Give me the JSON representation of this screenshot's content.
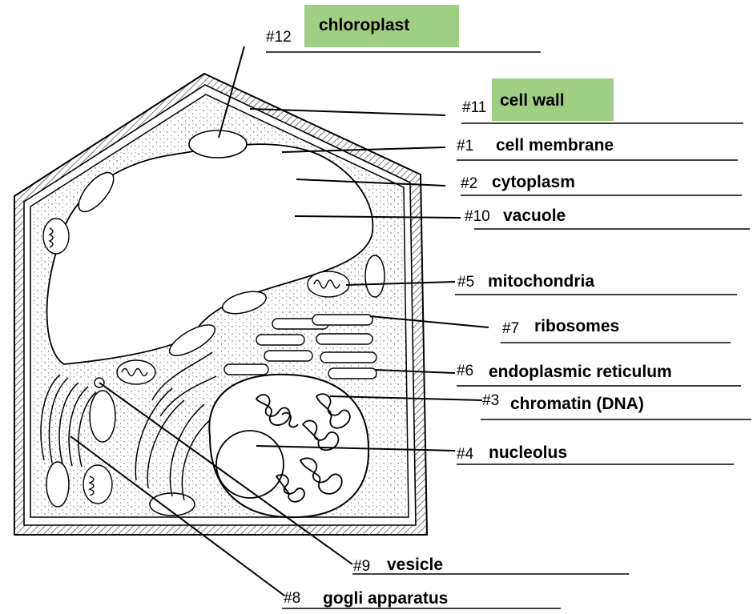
{
  "labels": [
    {
      "id": "12",
      "number": "#12",
      "name": "chloroplast",
      "highlighted": true
    },
    {
      "id": "11",
      "number": "#11",
      "name": "cell wall",
      "highlighted": true
    },
    {
      "id": "1",
      "number": "#1",
      "name": "cell membrane",
      "highlighted": false
    },
    {
      "id": "2",
      "number": "#2",
      "name": "cytoplasm",
      "highlighted": false
    },
    {
      "id": "10",
      "number": "#10",
      "name": "vacuole",
      "highlighted": false
    },
    {
      "id": "5",
      "number": "#5",
      "name": "mitochondria",
      "highlighted": false
    },
    {
      "id": "7",
      "number": "#7",
      "name": "ribosomes",
      "highlighted": false
    },
    {
      "id": "6",
      "number": "#6",
      "name": "endoplasmic reticulum",
      "highlighted": false
    },
    {
      "id": "3",
      "number": "#3",
      "name": "chromatin (DNA)",
      "highlighted": false
    },
    {
      "id": "4",
      "number": "#4",
      "name": "nucleolus",
      "highlighted": false
    },
    {
      "id": "9",
      "number": "#9",
      "name": "vesicle",
      "highlighted": false
    },
    {
      "id": "8",
      "number": "#8",
      "name": "gogli apparatus",
      "highlighted": false
    }
  ],
  "colors": {
    "highlight": "#9fcf83",
    "ink": "#000000",
    "stipple": "#555555"
  }
}
